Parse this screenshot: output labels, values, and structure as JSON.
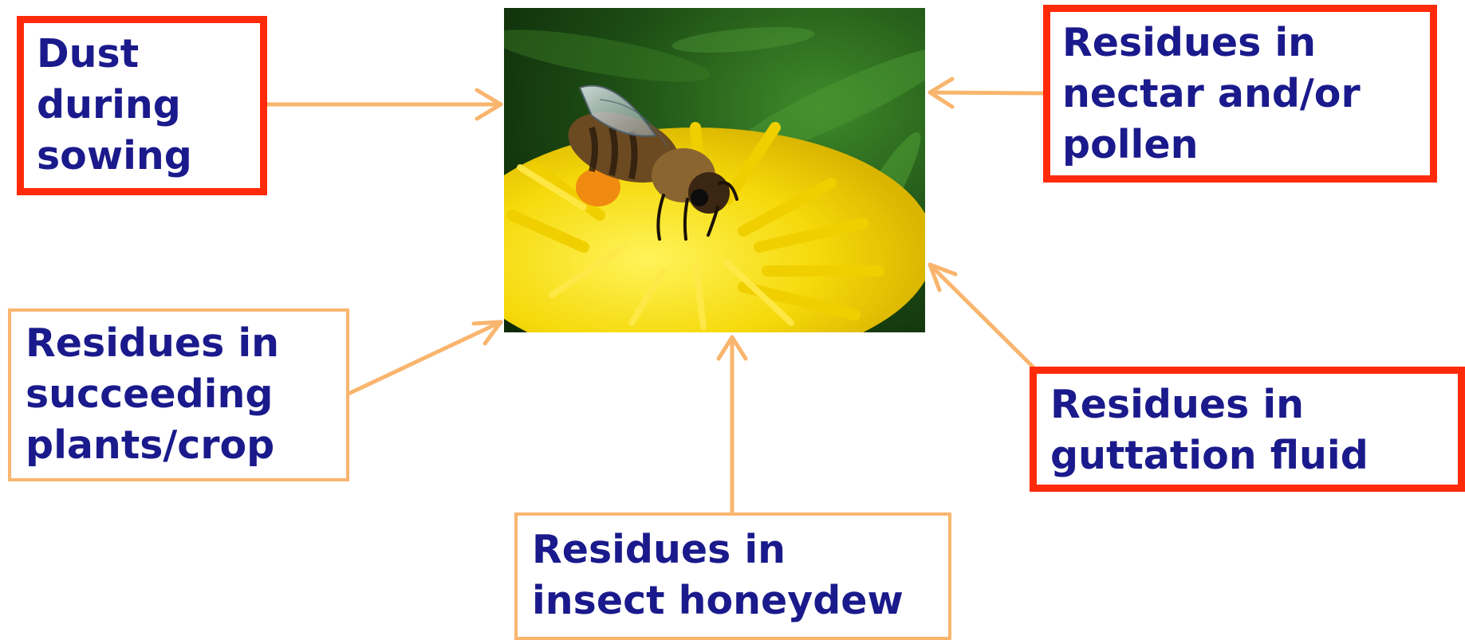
{
  "diagram": {
    "center_image": "bee-on-dandelion-photo",
    "colors": {
      "text": "#1a1a8c",
      "critical_border": "#ff2a0a",
      "secondary_border": "#f9b56e",
      "arrow": "#f9b56e"
    },
    "sources": [
      {
        "id": "dust",
        "lines": [
          "Dust",
          "during",
          "sowing"
        ],
        "emphasis": "red"
      },
      {
        "id": "nectar",
        "lines": [
          "Residues in",
          "nectar and/or",
          "pollen"
        ],
        "emphasis": "red"
      },
      {
        "id": "succeeding",
        "lines": [
          "Residues in",
          "succeeding",
          "plants/crop"
        ],
        "emphasis": "orange"
      },
      {
        "id": "guttation",
        "lines": [
          "Residues in",
          "guttation fluid"
        ],
        "emphasis": "red"
      },
      {
        "id": "honeydew",
        "lines": [
          "Residues in",
          "insect honeydew"
        ],
        "emphasis": "orange"
      }
    ]
  }
}
